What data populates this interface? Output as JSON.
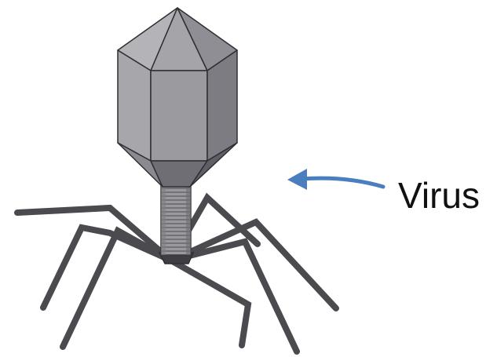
{
  "diagram": {
    "label": "Virus",
    "colors": {
      "capsid_light": "#a9a9ae",
      "capsid_mid": "#8f8f95",
      "capsid_dark": "#74747a",
      "capsid_outline": "#2f2f33",
      "tail_sheath": "#9a9a9e",
      "tail_fibers": "#4a4a4f",
      "arrow": "#4a7ebf",
      "label_text": "#111111"
    },
    "icons": {
      "virus": "bacteriophage-illustration",
      "pointer": "curved-arrow-left"
    }
  }
}
